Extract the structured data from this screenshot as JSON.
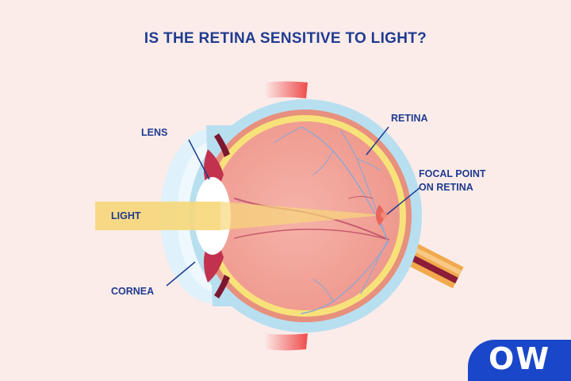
{
  "title": "IS THE RETINA SENSITIVE TO LIGHT?",
  "labels": {
    "lens": "LENS",
    "light": "LIGHT",
    "cornea": "CORNEA",
    "retina": "RETINA",
    "focal_point": [
      "FOCAL POINT",
      "ON RETINA"
    ]
  },
  "logo": {
    "text": "OW",
    "background": "#1a47c9"
  },
  "colors": {
    "background": "#fbecea",
    "label": "#1f3b8f",
    "sclera": "#b8dff0",
    "retina": "#f7e27a",
    "eye_interior": "#f4a8a0",
    "light_beam": "#f6d77a"
  }
}
